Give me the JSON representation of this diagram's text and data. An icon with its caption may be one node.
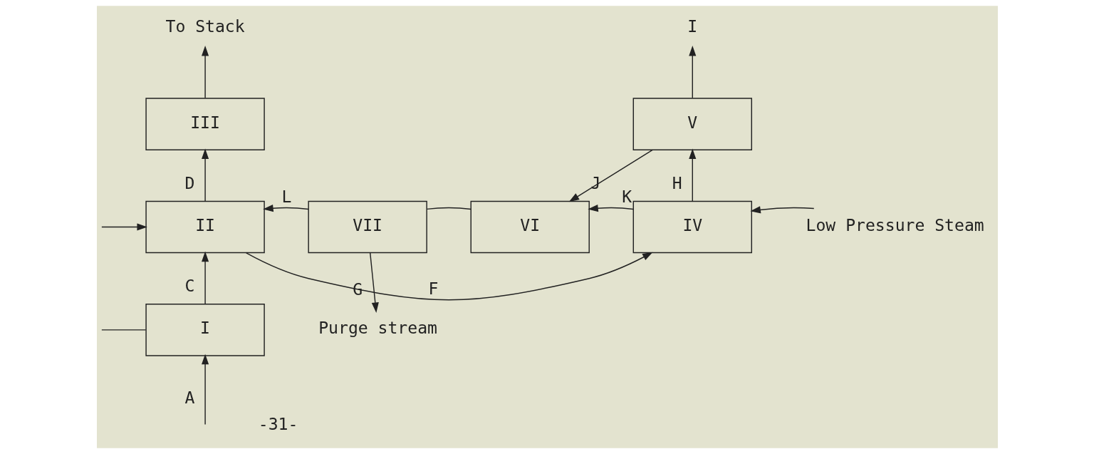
{
  "diagram": {
    "nodes": [
      {
        "text": [
          "III"
        ]
      },
      {
        "text": [
          "II"
        ]
      },
      {
        "text": [
          "I"
        ]
      },
      {
        "text": [
          "VII"
        ]
      },
      {
        "text": [
          "VI"
        ]
      },
      {
        "text": [
          "V"
        ]
      },
      {
        "text": [
          "IV"
        ]
      },
      {
        "text": [
          "To Stack"
        ]
      },
      {
        "text": [
          "I"
        ]
      },
      {
        "text": [
          "Purge stream"
        ]
      },
      {
        "text": [
          "Low Pressure Steam"
        ]
      }
    ],
    "edges": [
      {
        "from": 0,
        "to": 7,
        "arrow": "to"
      },
      {
        "from": 1,
        "to": 0,
        "arrow": "to",
        "label": "D"
      },
      {
        "from": 2,
        "to": 1,
        "arrow": "to",
        "label": "C"
      },
      {
        "from": null,
        "to": 2,
        "arrow": "to",
        "label": "A"
      },
      {
        "from": null,
        "to": 1,
        "arrow": "to"
      },
      {
        "from": null,
        "to": 2,
        "arrow": "none"
      },
      {
        "from": 3,
        "to": 1,
        "arrow": "to",
        "label": "L"
      },
      {
        "from": 4,
        "to": 3,
        "arrow": "none"
      },
      {
        "from": 5,
        "to": 4,
        "arrow": "to",
        "label": "J"
      },
      {
        "from": 6,
        "to": 4,
        "arrow": "to",
        "label": "K"
      },
      {
        "from": 1,
        "to": 6,
        "arrow": "to",
        "label": "F"
      },
      {
        "from": 6,
        "to": 5,
        "arrow": "to",
        "label": "H"
      },
      {
        "from": 5,
        "to": 8,
        "arrow": "to"
      },
      {
        "from": 3,
        "to": 9,
        "arrow": "to",
        "label": "G"
      },
      {
        "from": 10,
        "to": 6,
        "arrow": "to"
      }
    ],
    "labels": [
      "-31-"
    ]
  }
}
